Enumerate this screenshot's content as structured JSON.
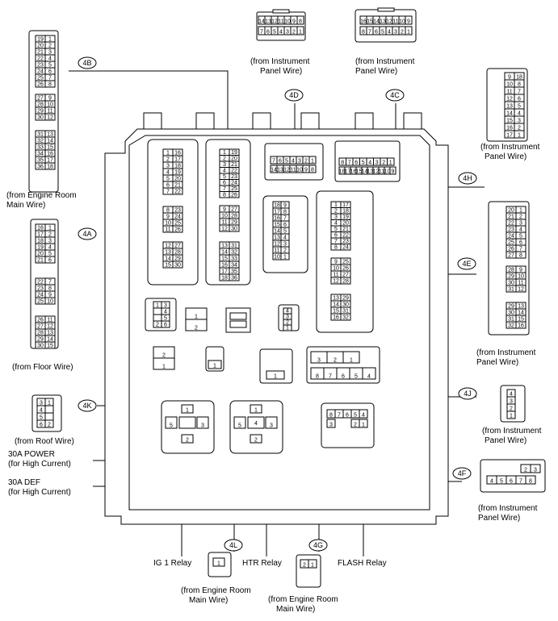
{
  "bubbles": {
    "b4A": "4A",
    "b4B": "4B",
    "b4C": "4C",
    "b4D": "4D",
    "b4E": "4E",
    "b4F": "4F",
    "b4G": "4G",
    "b4H": "4H",
    "b4J": "4J",
    "b4K": "4K",
    "b4L": "4L"
  },
  "labels": {
    "engine_room_main_wire_1": "(from Engine Room",
    "engine_room_main_wire_2": "Main Wire)",
    "instrument_panel_wire_1": "(from Instrument",
    "instrument_panel_wire_2": "Panel Wire)",
    "floor_wire": "(from Floor Wire)",
    "roof_wire": "(from Roof Wire)",
    "power_30a_1": "30A POWER",
    "power_30a_2": "(for High Current)",
    "def_30a_1": "30A DEF",
    "def_30a_2": "(for High Current)",
    "ig1_relay": "IG 1 Relay",
    "htr_relay": "HTR Relay",
    "flash_relay": "FLASH Relay"
  },
  "pins": {
    "c4D_top": [
      "14",
      "13",
      "12",
      "11",
      "10",
      "9",
      "8"
    ],
    "c4D_bot": [
      "7",
      "6",
      "5",
      "4",
      "3",
      "2",
      "1"
    ],
    "c4C_top": [
      "16",
      "15",
      "14",
      "13",
      "12",
      "11",
      "10",
      "9"
    ],
    "c4C_bot": [
      "8",
      "7",
      "6",
      "5",
      "4",
      "3",
      "2",
      "1"
    ],
    "c4D_main_top": [
      "7",
      "6",
      "5",
      "4",
      "3",
      "2",
      "1"
    ],
    "c4D_main_bot": [
      "14",
      "13",
      "12",
      "11",
      "10",
      "9",
      "8"
    ],
    "c4C_main_top": [
      "8",
      "7",
      "6",
      "5",
      "4",
      "3",
      "2",
      "1"
    ],
    "c4C_main_bot": [
      "18",
      "17",
      "16",
      "15",
      "14",
      "13",
      "12",
      "11",
      "10",
      "9"
    ],
    "c4F_top": [
      "2",
      "3"
    ],
    "c4F_bot": [
      "4",
      "5",
      "6",
      "7",
      "8"
    ],
    "flash_top": [
      "8",
      "7",
      "6",
      "5",
      "4"
    ],
    "flash_bot": [
      "3",
      "2",
      "1"
    ],
    "relay_row_top": [
      "3",
      "2",
      "1"
    ],
    "relay_row_bot": [
      "8",
      "7",
      "6",
      "5",
      "4"
    ],
    "relay_pins": [
      "1",
      "2",
      "3",
      "4",
      "5"
    ]
  }
}
